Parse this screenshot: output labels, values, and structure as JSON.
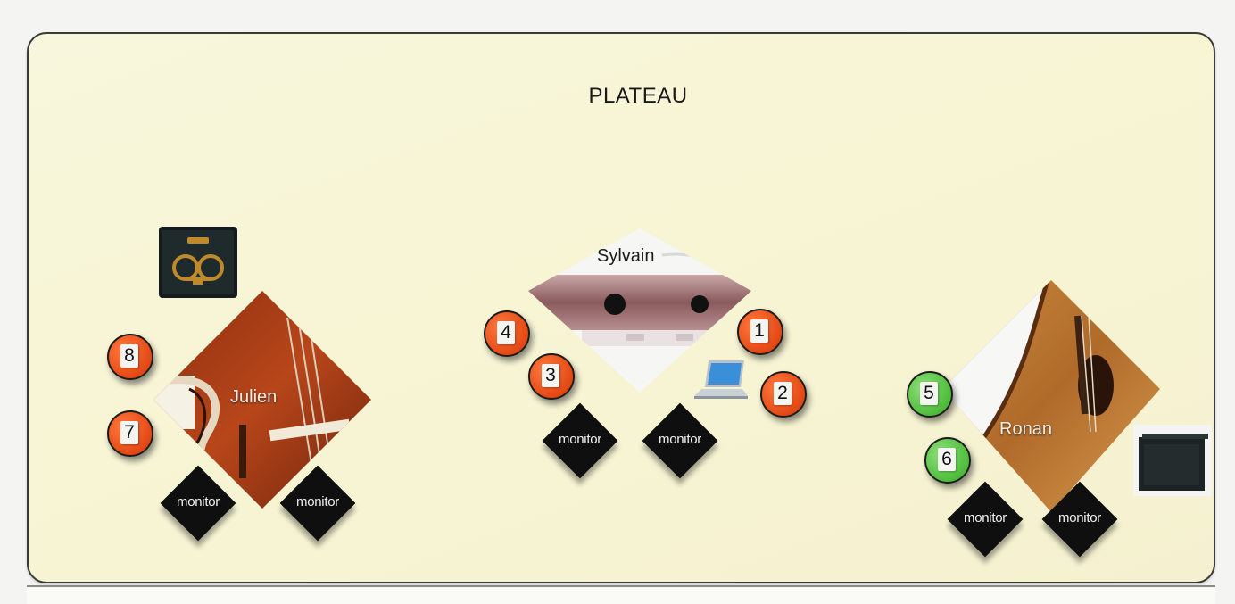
{
  "stage": {
    "title": "PLATEAU"
  },
  "performers": [
    {
      "name": "Julien",
      "instrument": "double-bass"
    },
    {
      "name": "Sylvain",
      "instrument": "accordion"
    },
    {
      "name": "Ronan",
      "instrument": "acoustic-guitar"
    }
  ],
  "channels": [
    {
      "number": "1",
      "color": "#e44815"
    },
    {
      "number": "2",
      "color": "#e44815"
    },
    {
      "number": "3",
      "color": "#e44815"
    },
    {
      "number": "4",
      "color": "#e44815"
    },
    {
      "number": "5",
      "color": "#4ebc3b"
    },
    {
      "number": "6",
      "color": "#4ebc3b"
    },
    {
      "number": "7",
      "color": "#e44815"
    },
    {
      "number": "8",
      "color": "#e44815"
    }
  ],
  "monitor_label": "monitor",
  "equipment_icons": [
    "bass-amp-icon",
    "laptop-icon",
    "guitar-amp-icon"
  ]
}
